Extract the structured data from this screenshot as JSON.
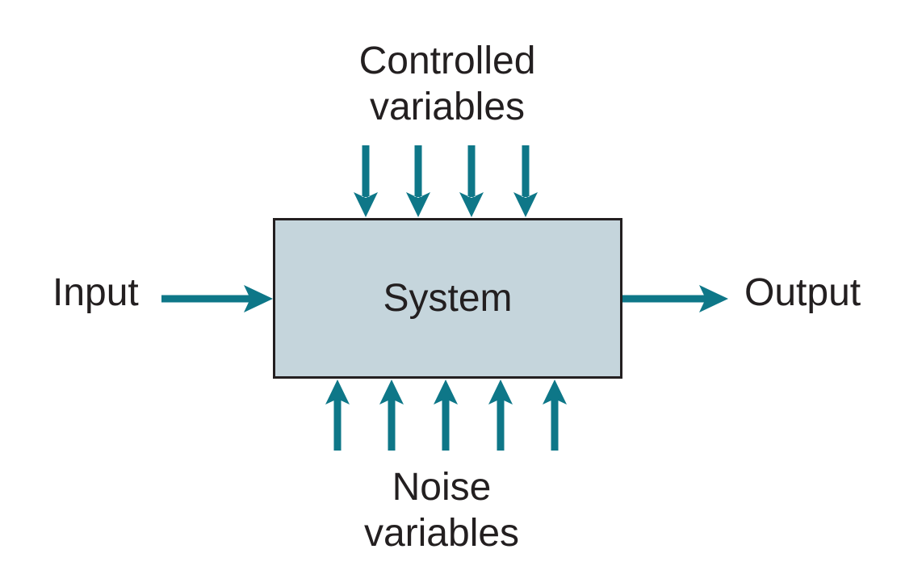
{
  "diagram": {
    "system_box": {
      "label": "System"
    },
    "labels": {
      "input": "Input",
      "output": "Output",
      "controlled": {
        "line1": "Controlled",
        "line2": "variables"
      },
      "noise": {
        "line1": "Noise",
        "line2": "variables"
      }
    },
    "arrows": {
      "controlled": {
        "count": 4,
        "direction": "down"
      },
      "noise": {
        "count": 5,
        "direction": "up"
      },
      "input": {
        "count": 1,
        "direction": "right"
      },
      "output": {
        "count": 1,
        "direction": "right"
      }
    },
    "colors": {
      "arrow": "#0e7788",
      "box_fill": "#c5d5dc",
      "box_border": "#231f20",
      "text": "#231f20",
      "background": "#ffffff"
    }
  }
}
